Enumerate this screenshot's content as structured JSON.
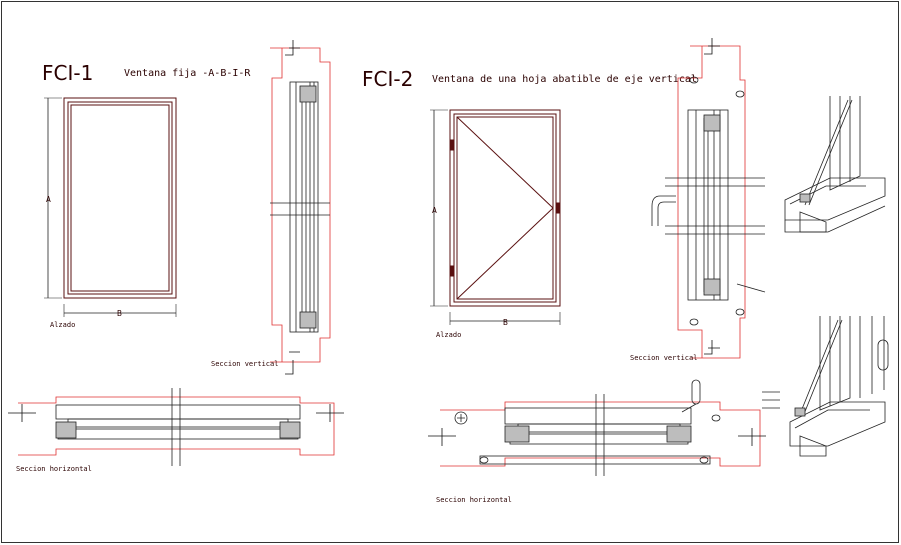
{
  "colors": {
    "frame": "#5a1010",
    "red": "#e03030",
    "dark": "#1a1a1a",
    "hatch": "#404040"
  },
  "fci1": {
    "code": "FCI-1",
    "name": "Ventana fija -A-B-I-R",
    "dim_a": "A",
    "dim_b": "B",
    "alzado": "Alzado",
    "seccion_vertical": "Seccion vertical",
    "seccion_horizontal": "Seccion horizontal"
  },
  "fci2": {
    "code": "FCI-2",
    "name": "Ventana de una hoja abatible de eje vertical",
    "dim_a": "A",
    "dim_b": "B",
    "alzado": "Alzado",
    "seccion_vertical": "Seccion vertical",
    "seccion_horizontal": "Seccion horizontal"
  }
}
